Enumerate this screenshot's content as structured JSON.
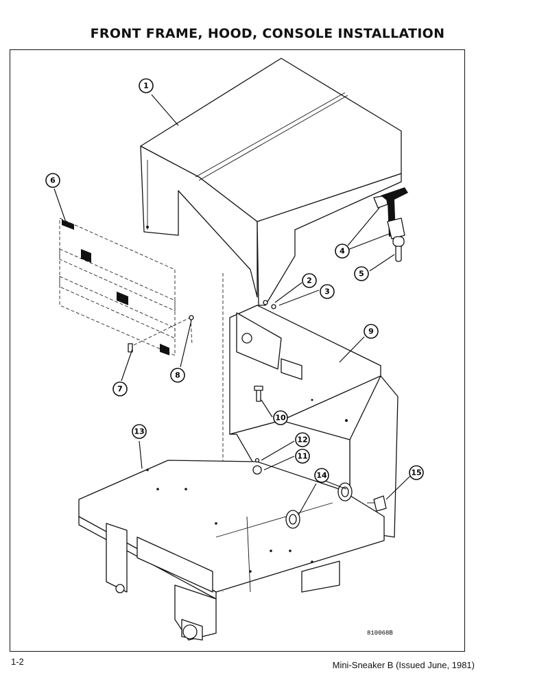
{
  "title": "FRONT FRAME, HOOD, CONSOLE INSTALLATION",
  "drawing_number": "810068B",
  "page_number": "1-2",
  "footer": "Mini-Sneaker B (Issued June, 1981)",
  "callouts": [
    {
      "id": "1",
      "label": "1"
    },
    {
      "id": "2",
      "label": "2"
    },
    {
      "id": "3",
      "label": "3"
    },
    {
      "id": "4",
      "label": "4"
    },
    {
      "id": "5",
      "label": "5"
    },
    {
      "id": "6",
      "label": "6"
    },
    {
      "id": "7",
      "label": "7"
    },
    {
      "id": "8",
      "label": "8"
    },
    {
      "id": "9",
      "label": "9"
    },
    {
      "id": "10",
      "label": "10"
    },
    {
      "id": "11",
      "label": "11"
    },
    {
      "id": "12",
      "label": "12"
    },
    {
      "id": "13",
      "label": "13"
    },
    {
      "id": "14",
      "label": "14"
    },
    {
      "id": "15",
      "label": "15"
    }
  ]
}
